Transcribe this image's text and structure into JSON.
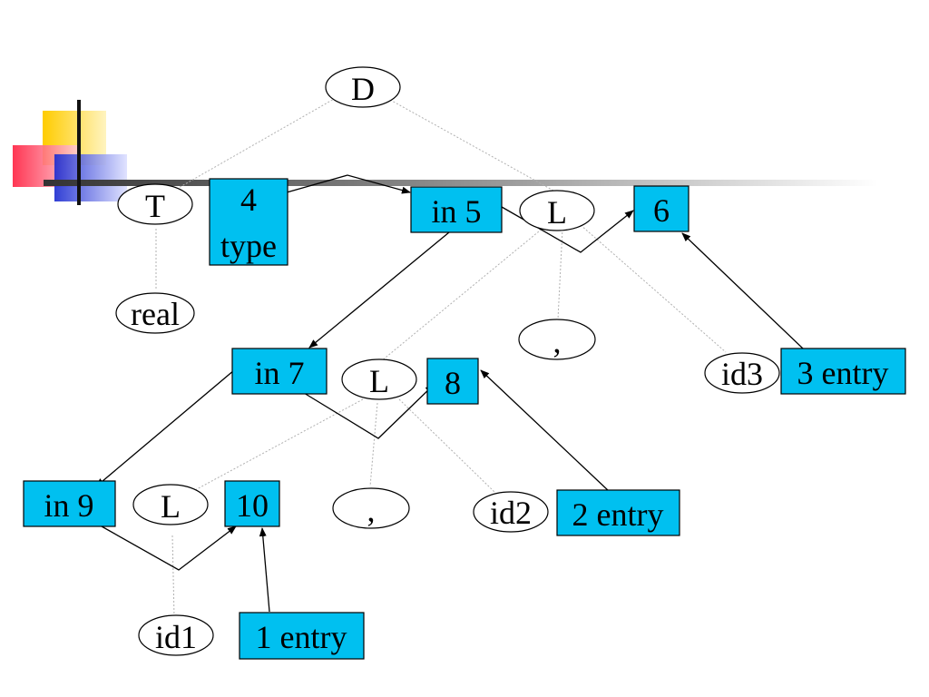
{
  "colors": {
    "box_fill": "#00c0f0",
    "box_stroke": "#000000",
    "node_fill": "#ffffff",
    "tree_edge": "#b0b0b0",
    "arrow": "#000000",
    "deco_yellow": "#ffcc00",
    "deco_red": "#ff3040",
    "deco_blue": "#2030d0"
  },
  "nodes": {
    "D": "D",
    "T": "T",
    "real": "real",
    "L1": "L",
    "comma1": ",",
    "id3": "id3",
    "L2": "L",
    "comma2": ",",
    "id2": "id2",
    "L3": "L",
    "id1": "id1"
  },
  "boxes": {
    "b4_line1": "4",
    "b4_line2": "type",
    "in5": "in 5",
    "b6": "6",
    "in7": "in 7",
    "b8": "8",
    "in9": "in 9",
    "b10": "10",
    "entry3": "3 entry",
    "entry2": "2 entry",
    "entry1": "1 entry"
  }
}
